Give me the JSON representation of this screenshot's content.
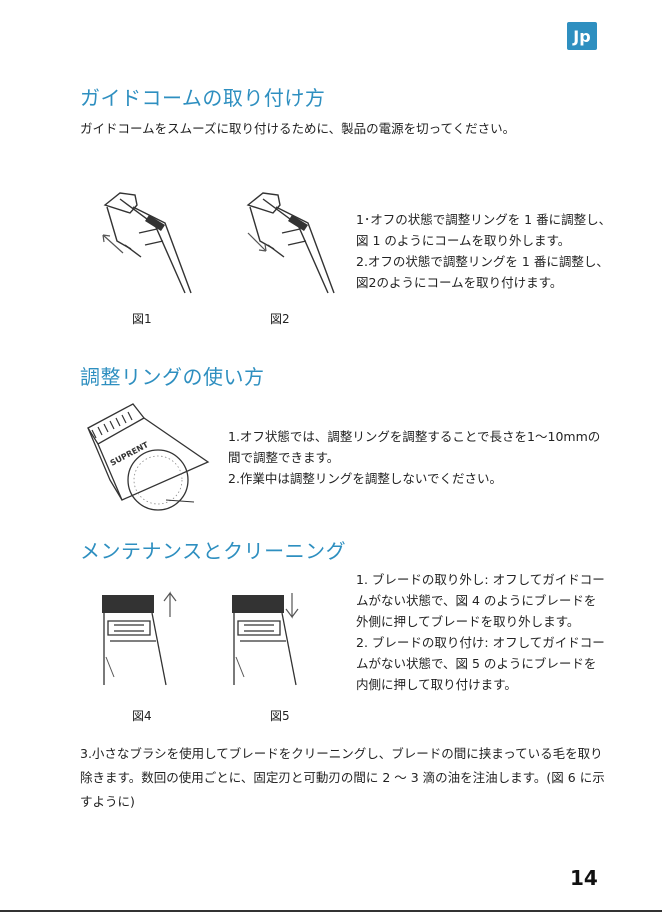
{
  "lang_badge": "Jp",
  "section1": {
    "title": "ガイドコームの取り付け方",
    "intro": "ガイドコームをスムーズに取り付けるために、製品の電源を切ってください。",
    "fig1": "図1",
    "fig2": "図2",
    "steps": [
      "1･オフの状態で調整リングを 1 番に調整し、",
      "図 1 のようにコームを取り外します。",
      "2.オフの状態で調整リングを 1 番に調整し、",
      "図2のようにコームを取り付けます。"
    ]
  },
  "section2": {
    "title": "調整リングの使い方",
    "brand": "SUPRENT",
    "steps": [
      "1.オフ状態では、調整リングを調整することで長さを1〜10mmの",
      "間で調整できます。",
      "2.作業中は調整リングを調整しないでください。"
    ]
  },
  "section3": {
    "title": "メンテナンスとクリーニング",
    "fig4": "図4",
    "fig5": "図5",
    "steps": [
      "1. ブレードの取り外し: オフしてガイドコー",
      "ムがない状態で、図 4 のようにブレードを",
      "外側に押してブレードを取り外します。",
      "2. ブレードの取り付け: オフしてガイドコー",
      "ムがない状態で、図 5 のようにブレードを",
      "内側に押して取り付けます。"
    ],
    "cleaning": [
      "3.小さなブラシを使用してブレードをクリーニングし、ブレードの間に挟まっている毛を取り",
      "除きます。数回の使用ごとに、固定刃と可動刃の間に 2 〜 3 滴の油を注油します。(図 6 に示",
      "すように)"
    ]
  },
  "page_number": "14"
}
